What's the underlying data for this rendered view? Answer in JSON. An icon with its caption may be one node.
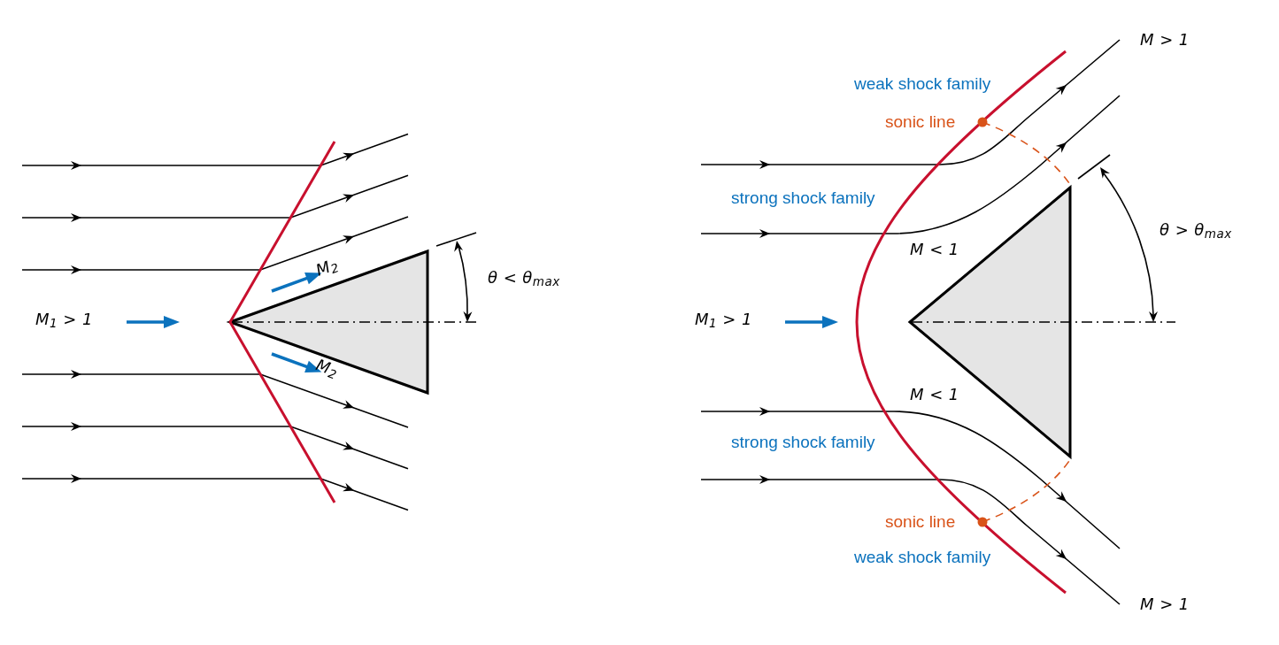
{
  "diagram": {
    "labels": [
      "M > 1",
      "weak shock family",
      "sonic line",
      "strong shock family",
      "θ > θ$_{max}$",
      "M < 1",
      "M$_{2}$",
      "θ < θ$_{max}$",
      "M$_{1}$ > 1",
      "M$_{1}$ > 1",
      "M$_{2}$",
      "M < 1",
      "strong shock family",
      "sonic line",
      "weak shock family",
      "M > 1"
    ]
  }
}
